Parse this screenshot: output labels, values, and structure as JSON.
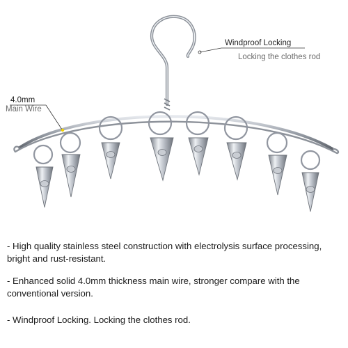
{
  "callouts": {
    "windproof_title": "Windproof Locking",
    "windproof_subtitle": "Locking the clothes rod",
    "wire_size": "4.0mm",
    "wire_label": "Main Wire"
  },
  "features": [
    "- High quality stainless steel construction with electrolysis surface processing, bright and rust-resistant.",
    "- Enhanced solid 4.0mm thickness main wire, stronger compare with the conventional version.",
    "- Windproof Locking. Locking the clothes rod."
  ],
  "colors": {
    "steel": "#b7bcc4",
    "steel_dark": "#6e737b",
    "steel_light": "#f2f4f7",
    "marker": "#f0d000",
    "text": "#1a1a1a",
    "callout_sub": "#6b6b6b"
  },
  "figure": {
    "clip_count": 8
  }
}
